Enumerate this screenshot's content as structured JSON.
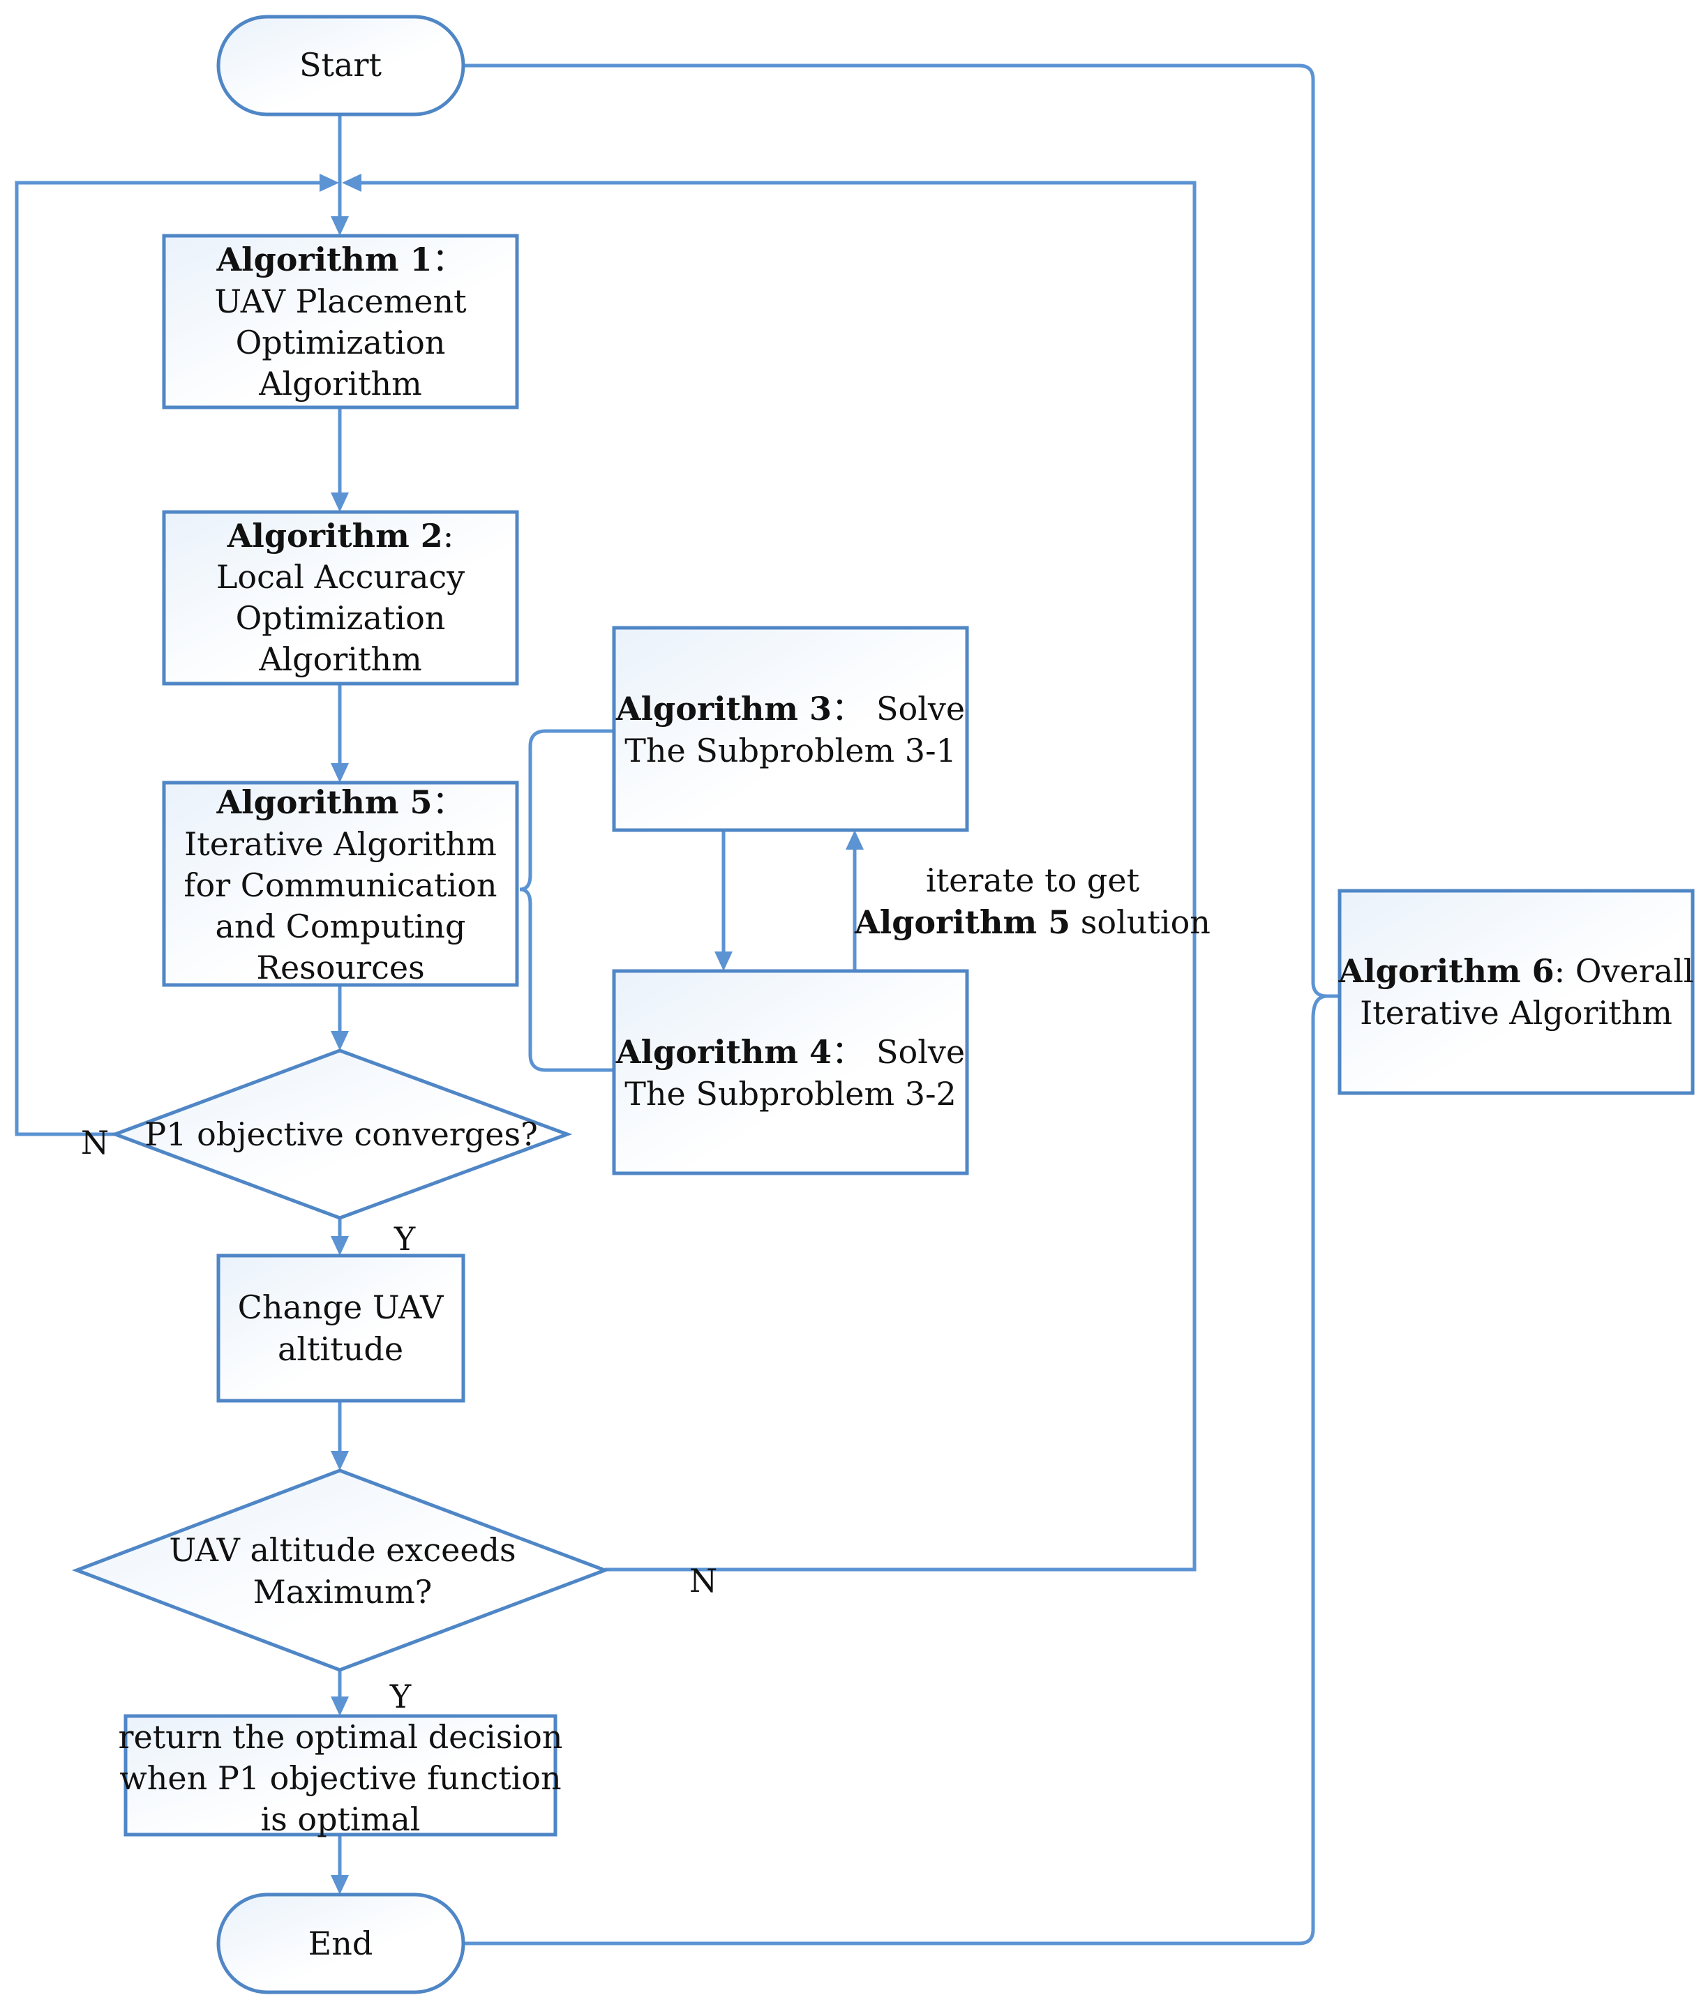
{
  "colors": {
    "stroke": "#4f86c6",
    "arrow": "#5b93d3",
    "fill_light": "#eaf2fb",
    "fill_white": "#ffffff",
    "text": "#111111"
  },
  "nodes": {
    "start": {
      "label": "Start"
    },
    "alg1": {
      "title": "Algorithm 1",
      "sep": "：",
      "line1": "UAV Placement",
      "line2": "Optimization",
      "line3": "Algorithm"
    },
    "alg2": {
      "title": "Algorithm 2",
      "sep": ":",
      "line1": "Local Accuracy",
      "line2": "Optimization",
      "line3": "Algorithm"
    },
    "alg5": {
      "title": "Algorithm 5",
      "sep": "：",
      "line1": "Iterative Algorithm",
      "line2": "for Communication",
      "line3": "and Computing",
      "line4": "Resources"
    },
    "alg3": {
      "title": "Algorithm 3",
      "sep": "：",
      "rest": "Solve",
      "line2": "The Subproblem 3-1"
    },
    "alg4": {
      "title": "Algorithm 4",
      "sep": "：",
      "rest": "Solve",
      "line2": "The Subproblem 3-2"
    },
    "iterate": {
      "line1": "iterate to get",
      "bold": "Algorithm 5",
      "rest": " solution"
    },
    "alg6": {
      "title": "Algorithm 6",
      "rest": ": Overall",
      "line2": "Iterative Algorithm"
    },
    "decision1": {
      "label": "P1 objective converges?",
      "no": "N",
      "yes": "Y"
    },
    "change": {
      "line1": "Change UAV",
      "line2": "altitude"
    },
    "decision2": {
      "line1": "UAV altitude exceeds",
      "line2": "Maximum?",
      "no": "N",
      "yes": "Y"
    },
    "result": {
      "line1": "return the optimal decision",
      "line2": "when P1 objective function",
      "line3": "is optimal"
    },
    "end": {
      "label": "End"
    }
  }
}
